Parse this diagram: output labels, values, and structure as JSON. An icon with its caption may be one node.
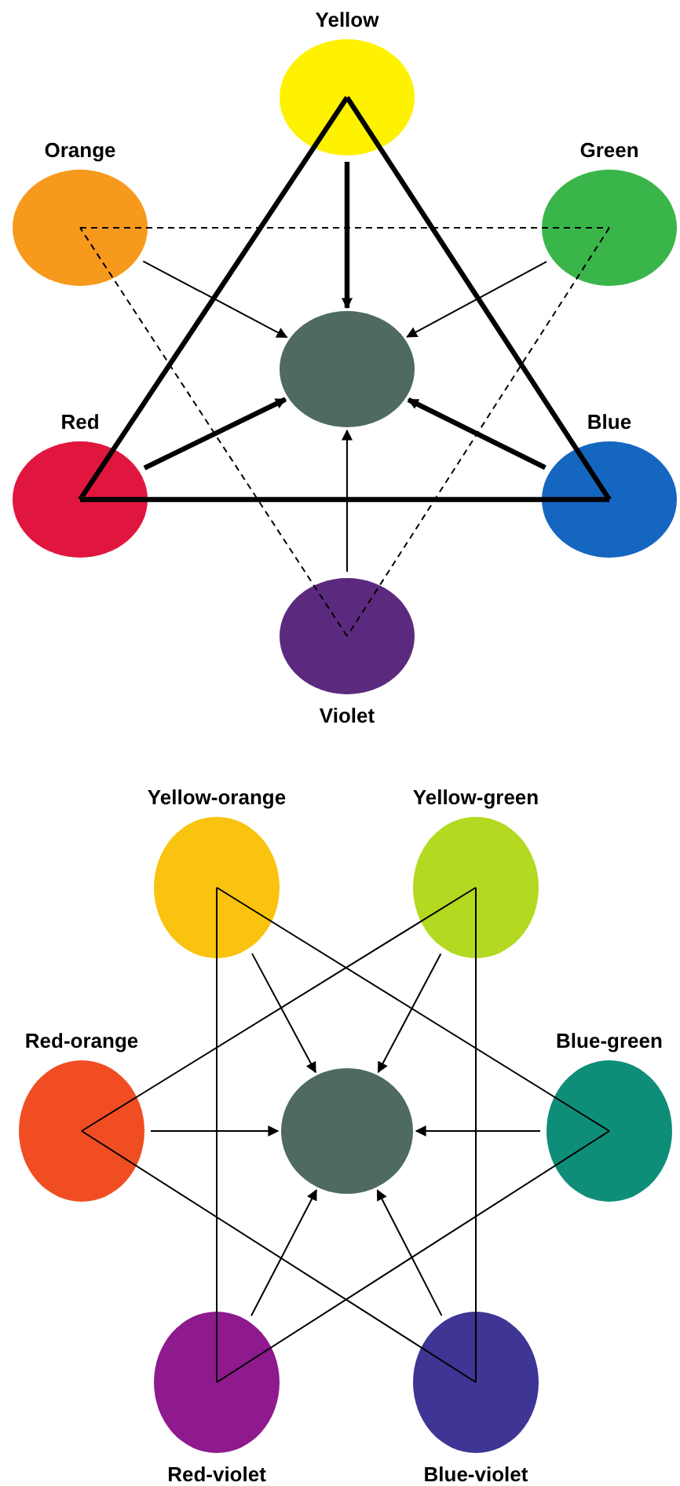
{
  "diagram": {
    "nodes": [
      {
        "text": [
          "Yellow"
        ]
      },
      {
        "text": [
          "Orange"
        ]
      },
      {
        "text": [
          "Green"
        ]
      },
      {
        "text": [],
        "shape": "circle"
      },
      {
        "text": [
          "Red"
        ]
      },
      {
        "text": [
          "Blue"
        ]
      },
      {
        "text": [
          "Violet"
        ]
      },
      {
        "text": [
          "Yellow-orange"
        ]
      },
      {
        "text": [
          "Yellow-green"
        ]
      },
      {
        "text": [
          "Red-orange"
        ]
      },
      {
        "text": [],
        "shape": "circle"
      },
      {
        "text": [
          "Blue-green"
        ]
      },
      {
        "text": [
          "Red-violet"
        ]
      },
      {
        "text": [
          "Blue-violet"
        ]
      }
    ],
    "edges": [
      {
        "from": 0,
        "to": 4,
        "arrow": "none",
        "style": "thick"
      },
      {
        "from": 4,
        "to": 5,
        "arrow": "none",
        "style": "thick"
      },
      {
        "from": 5,
        "to": 0,
        "arrow": "none",
        "style": "thick"
      },
      {
        "from": 1,
        "to": 2,
        "arrow": "none",
        "style": "dashed"
      },
      {
        "from": 2,
        "to": 6,
        "arrow": "none",
        "style": "dashed"
      },
      {
        "from": 6,
        "to": 1,
        "arrow": "none",
        "style": "dashed"
      },
      {
        "from": 0,
        "to": 3,
        "arrow": "to",
        "style": "thick"
      },
      {
        "from": 1,
        "to": 3,
        "arrow": "to"
      },
      {
        "from": 2,
        "to": 3,
        "arrow": "to"
      },
      {
        "from": 4,
        "to": 3,
        "arrow": "to",
        "style": "thick"
      },
      {
        "from": 5,
        "to": 3,
        "arrow": "to",
        "style": "thick"
      },
      {
        "from": 6,
        "to": 3,
        "arrow": "to"
      },
      {
        "from": 7,
        "to": 11,
        "arrow": "none"
      },
      {
        "from": 11,
        "to": 12,
        "arrow": "none"
      },
      {
        "from": 12,
        "to": 7,
        "arrow": "none"
      },
      {
        "from": 8,
        "to": 9,
        "arrow": "none"
      },
      {
        "from": 9,
        "to": 13,
        "arrow": "none"
      },
      {
        "from": 13,
        "to": 8,
        "arrow": "none"
      },
      {
        "from": 7,
        "to": 10,
        "arrow": "to"
      },
      {
        "from": 8,
        "to": 10,
        "arrow": "to"
      },
      {
        "from": 9,
        "to": 10,
        "arrow": "to"
      },
      {
        "from": 11,
        "to": 10,
        "arrow": "to"
      },
      {
        "from": 12,
        "to": 10,
        "arrow": "to"
      },
      {
        "from": 13,
        "to": 10,
        "arrow": "to"
      }
    ]
  }
}
